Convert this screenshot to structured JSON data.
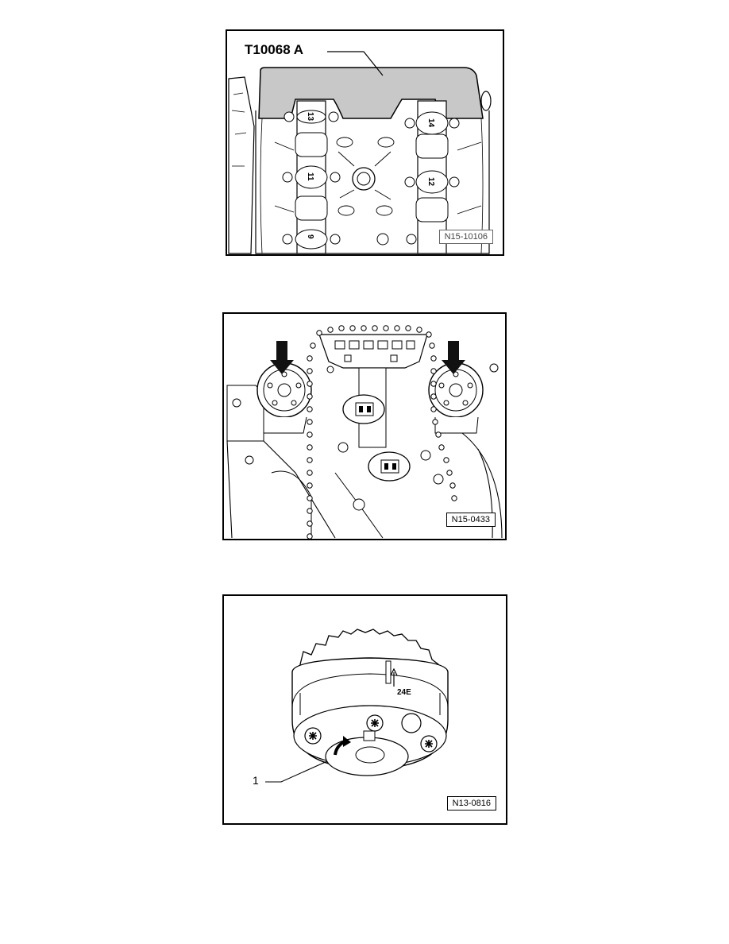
{
  "figures": [
    {
      "tool_label": "T10068 A",
      "ref": "N15-10106"
    },
    {
      "ref": "N15-0433"
    },
    {
      "callout": "1",
      "stamp": "24E",
      "ref": "N13-0816"
    }
  ]
}
